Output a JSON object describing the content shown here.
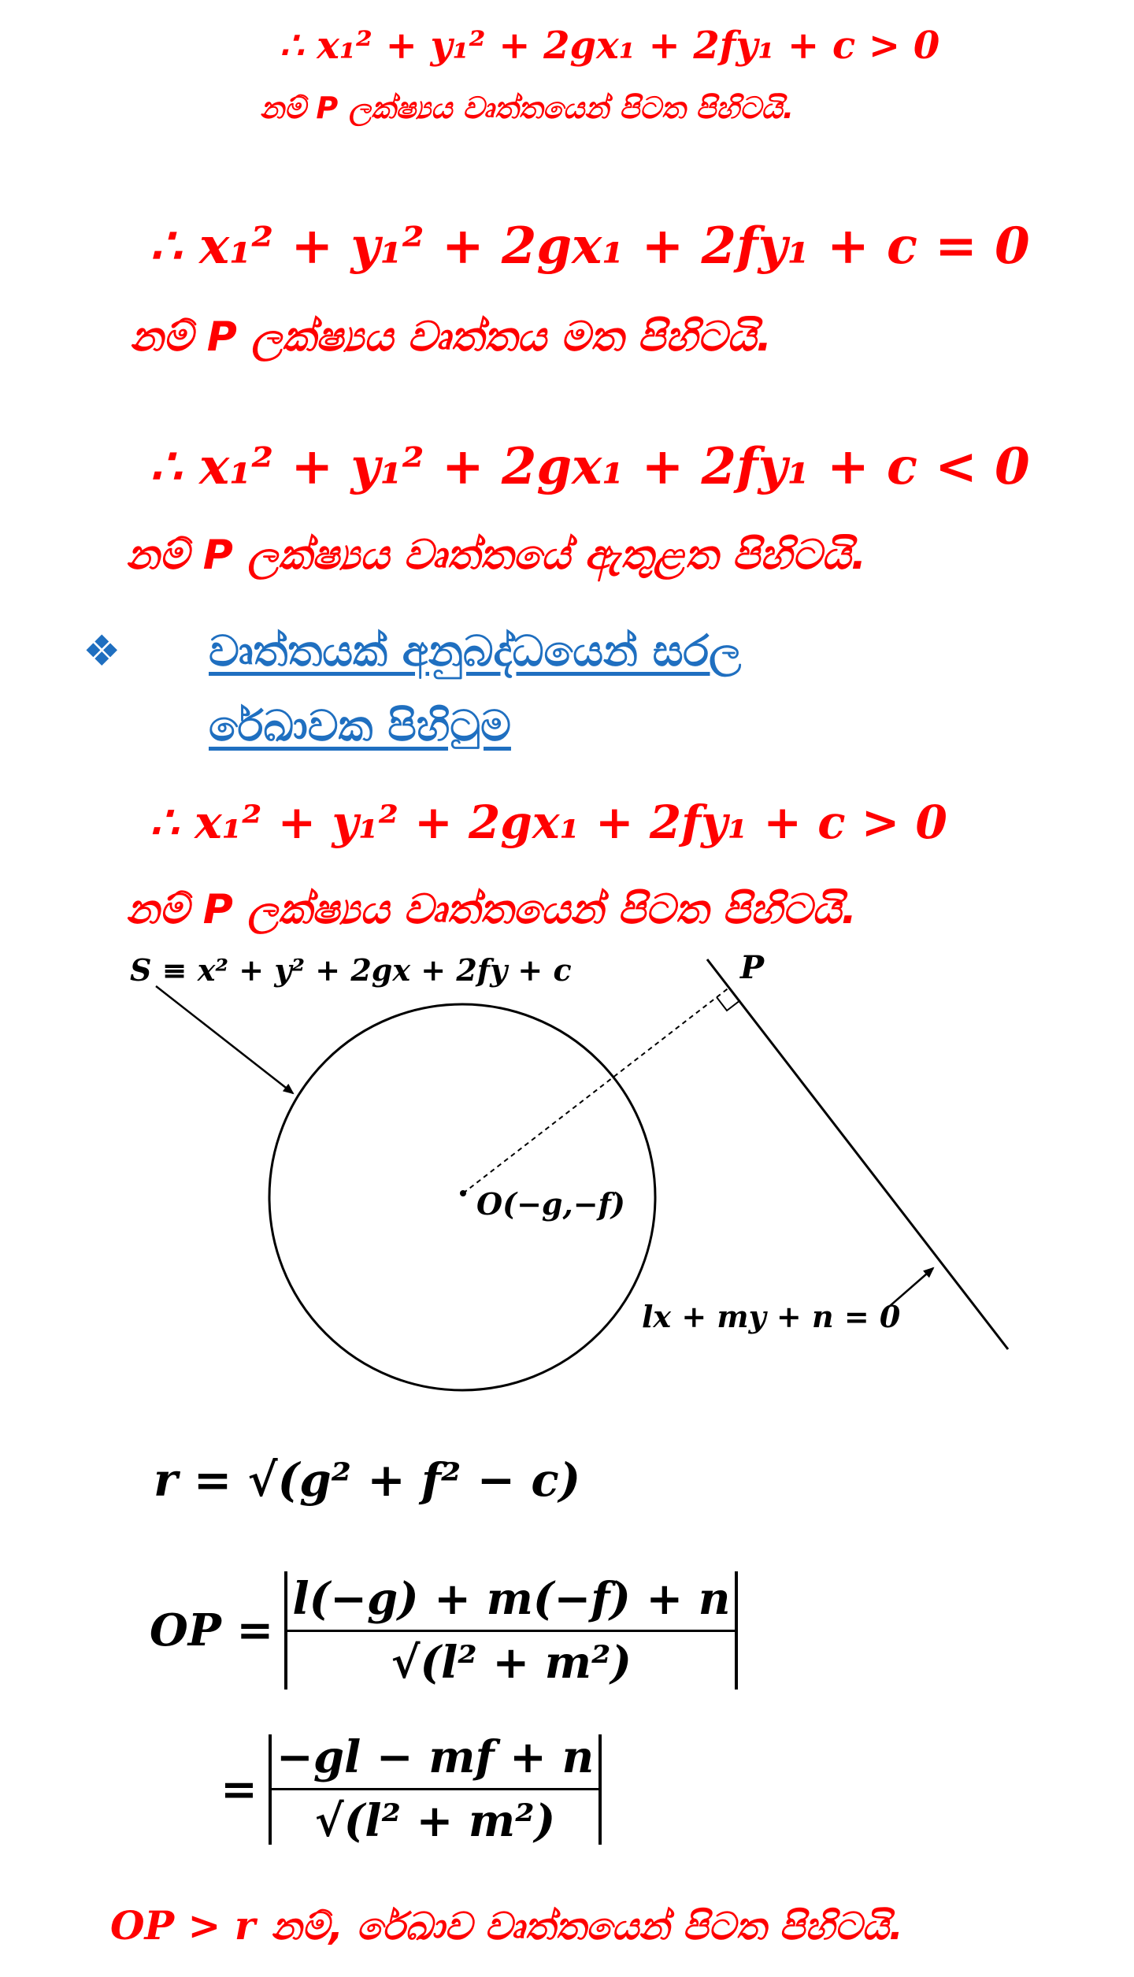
{
  "top": {
    "eq1": "∴ x₁² + y₁² + 2gx₁ + 2fy₁ + c > 0",
    "text1": "නම් P ලක්ෂ්‍යය වෘත්තයෙන් පිටත පිහිටයි.",
    "eq2": "∴ x₁² + y₁² + 2gx₁ + 2fy₁ + c = 0",
    "text2": "නම් P ලක්ෂ්‍යය වෘත්තය මත පිහිටයි.",
    "eq3": "∴ x₁² + y₁² + 2gx₁ + 2fy₁ + c < 0",
    "text3": "නම් P ලක්ෂ්‍යය වෘත්තයේ ඇතුළත පිහිටයි."
  },
  "section": {
    "bullet": "❖",
    "heading_line1": "වෘත්තයක් අනුබද්ධයෙන් සරල",
    "heading_line2": "රේඛාවක පිහිටුම",
    "eq": "∴ x₁² + y₁² + 2gx₁ + 2fy₁ + c > 0",
    "text": "නම් P ලක්ෂ්‍යය වෘත්තයෙන් පිටත පිහිටයි."
  },
  "diagram": {
    "circle_label": "S ≡ x² + y² + 2gx + 2fy + c",
    "point_label": "P",
    "center_label": "O(−g,−f)",
    "line_label": "lx + my + n = 0"
  },
  "formulas": {
    "radius": "r = √(g² + f² − c)",
    "op_lhs": "OP =",
    "op_num": "l(−g) + m(−f) + n",
    "op_den": "√(l² + m²)",
    "op2_lhs": "=",
    "op2_num": "−gl − mf + n",
    "op2_den": "√(l² + m²)"
  },
  "conclusion": {
    "lhs": "OP > r",
    "text": "නම්, රේඛාව වෘත්තයෙන් පිටත පිහිටයි."
  },
  "colors": {
    "red": "#ff0000",
    "heading_blue": "#1f6fc0",
    "black": "#000000"
  }
}
